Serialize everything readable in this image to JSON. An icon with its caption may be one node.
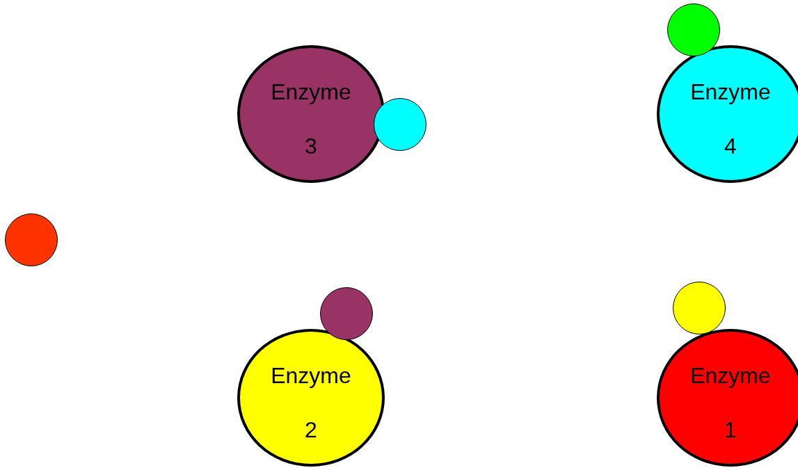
{
  "diagram": {
    "nodes": [
      {
        "text": [],
        "shape": "circle"
      },
      {
        "text": [
          "Enzyme 3"
        ]
      },
      {
        "text": [],
        "shape": "circle"
      },
      {
        "text": [
          "Enzyme 4"
        ]
      },
      {
        "text": [],
        "shape": "circle"
      },
      {
        "text": [],
        "shape": "circle"
      },
      {
        "text": [],
        "shape": "circle"
      },
      {
        "text": [
          "Enzyme 2"
        ]
      },
      {
        "text": [
          "Enzyme 1"
        ]
      }
    ]
  }
}
